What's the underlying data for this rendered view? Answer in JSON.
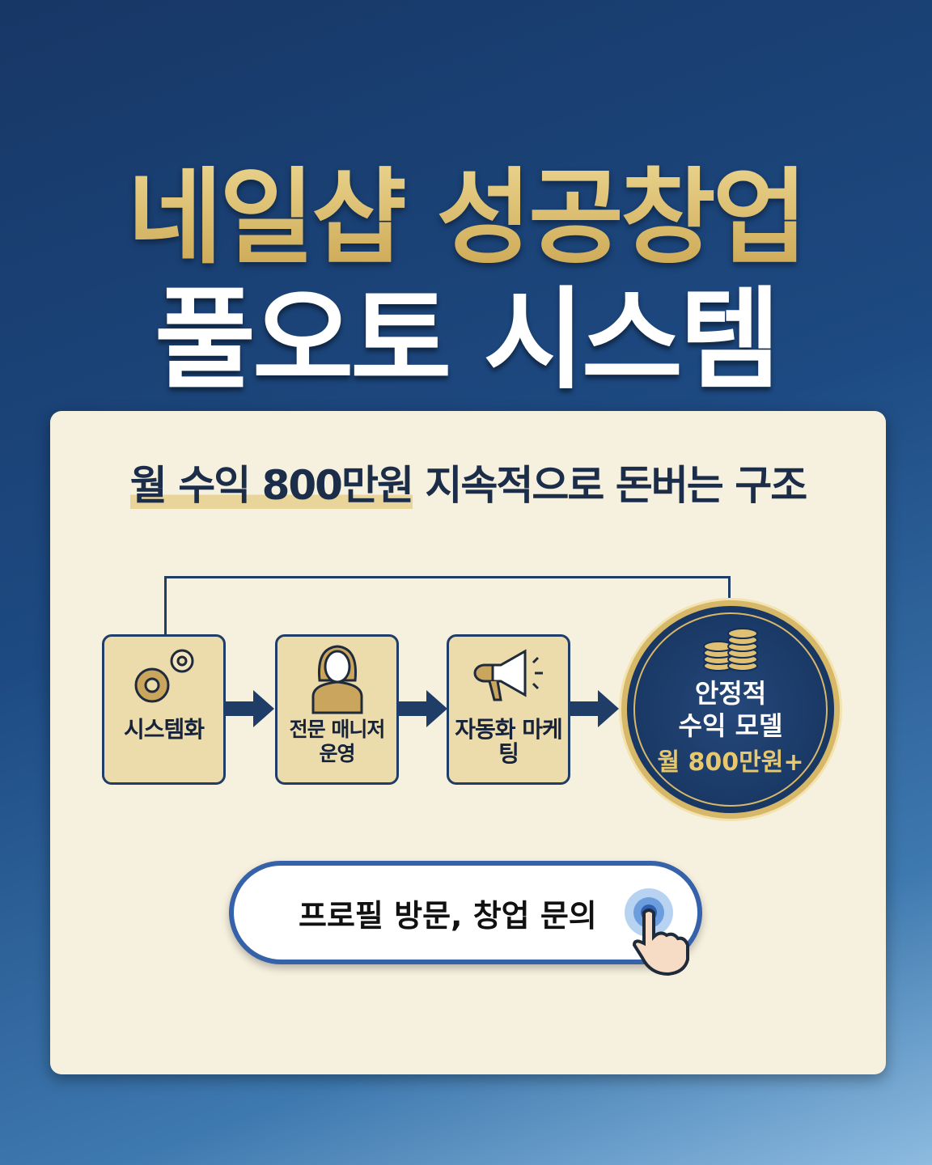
{
  "title": {
    "line1": "네일샵 성공창업",
    "line2": "풀오토 시스템"
  },
  "card": {
    "subtitle_highlight": "월 수익 800만원",
    "subtitle_rest": " 지속적으로 돈버는 구조",
    "steps": [
      {
        "label": "시스템화",
        "icon": "gears-icon"
      },
      {
        "label": "전문 매니저 운영",
        "icon": "manager-icon"
      },
      {
        "label": "자동화 마케팅",
        "icon": "megaphone-icon"
      }
    ],
    "result": {
      "line1": "안정적",
      "line2": "수익 모델",
      "line3": "월 800만원+",
      "icon": "coins-icon"
    },
    "cta": "프로필 방문, 창업 문의"
  },
  "colors": {
    "gold": "#d8bb6e",
    "navy": "#1f3d66",
    "cream": "#f6f0de"
  }
}
